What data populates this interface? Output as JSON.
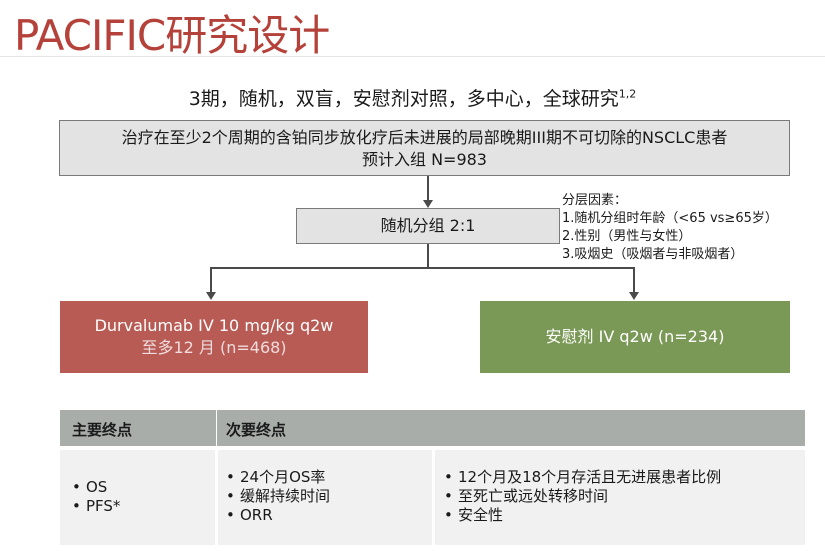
{
  "title": "PACIFIC研究设计",
  "subtitle": {
    "text": "3期，随机，双盲，安慰剂对照，多中心，全球研究",
    "refs": "1,2"
  },
  "eligibility": {
    "line1": "治疗在至少2个周期的含铂同步放化疗后未进展的局部晚期III期不可切除的NSCLC患者",
    "line2": "预计入组 N=983"
  },
  "randomization": {
    "label": "随机分组 2:1"
  },
  "stratification": {
    "header": "分层因素：",
    "items": [
      "1.随机分组时年龄（<65 vs≥65岁）",
      "2.性别（男性与女性）",
      "3.吸烟史（吸烟者与非吸烟者）"
    ]
  },
  "arms": {
    "durvalumab": {
      "line1": "Durvalumab IV 10 mg/kg q2w",
      "line2": "至多12 月 (n=468)",
      "color": "#b85b55"
    },
    "placebo": {
      "label": "安慰剂 IV q2w (n=234)",
      "color": "#7a9856"
    }
  },
  "endpoints": {
    "primary_header": "主要终点",
    "secondary_header": "次要终点",
    "primary": [
      "OS",
      "PFS*"
    ],
    "secondary_col1": [
      "24个月OS率",
      "缓解持续时间",
      "ORR"
    ],
    "secondary_col2": [
      "12个月及18个月存活且无进展患者比例",
      "至死亡或远处转移时间",
      "安全性"
    ]
  },
  "colors": {
    "title": "#b5423a",
    "table_header": "#a8adaa"
  }
}
